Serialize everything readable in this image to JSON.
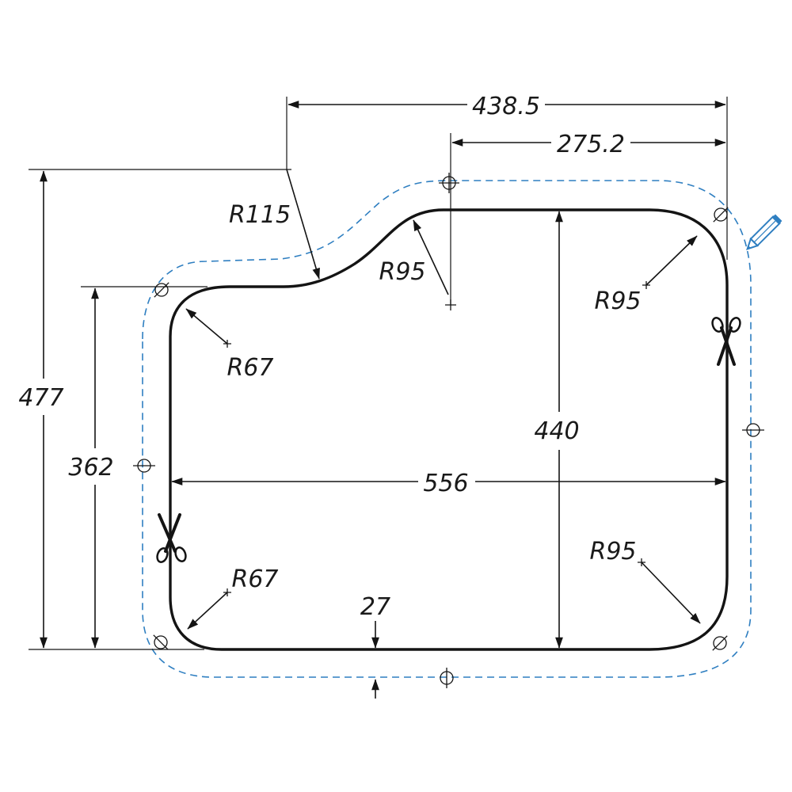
{
  "dimensions": {
    "top_width": "438.5",
    "top_offset": "275.2",
    "overall_height": "477",
    "left_height": "362",
    "inner_height": "440",
    "overall_width": "556",
    "margin": "27"
  },
  "radii": {
    "r115": "R115",
    "r95_top": "R95",
    "r95_top_right": "R95",
    "r67_top_left": "R67",
    "r67_bottom_left": "R67",
    "r95_bottom_right": "R95"
  },
  "colors": {
    "outline": "#141414",
    "cut_line": "#2f7fc1",
    "pencil": "#2f7fc1"
  },
  "icons": [
    "scissors-icon",
    "pencil-icon",
    "crosshair-icon"
  ]
}
